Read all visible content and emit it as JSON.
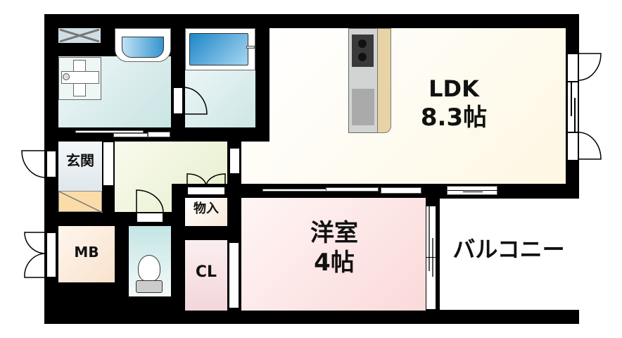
{
  "floorplan": {
    "rooms": {
      "ldk": {
        "name": "LDK",
        "size": "8.3帖",
        "color": "#fdfaeb"
      },
      "western_room": {
        "name": "洋室",
        "size": "4帖",
        "color": "#fbe0e0"
      },
      "balcony": {
        "name": "バルコニー"
      },
      "entrance": {
        "name": "玄関",
        "color": "#e6edf2"
      },
      "storage": {
        "name": "物入",
        "color": "#faeee2"
      },
      "closet": {
        "name": "CL",
        "color": "#f8e3e6"
      },
      "meter_box": {
        "name": "MB",
        "color": "#faeadc"
      },
      "bathroom": {
        "name": "",
        "color": "#d6ecec"
      },
      "washroom": {
        "name": "",
        "color": "#d6ecec"
      },
      "toilet": {
        "name": "",
        "color": "#d6ecec"
      },
      "hallway": {
        "name": "",
        "color": "#f0f4dd"
      }
    },
    "fixtures": [
      "kitchen-stove-icon",
      "kitchen-sink-icon",
      "bathtub-icon",
      "washbasin-icon",
      "washing-machine-icon",
      "toilet-icon",
      "shoe-box-icon",
      "ventilation-icon"
    ],
    "colors": {
      "wall": "#000000",
      "bathtub": "#5aaee0",
      "counter": "#e8d3a6",
      "stove": "#3a3a3a",
      "sink": "#a9a9a9"
    }
  }
}
